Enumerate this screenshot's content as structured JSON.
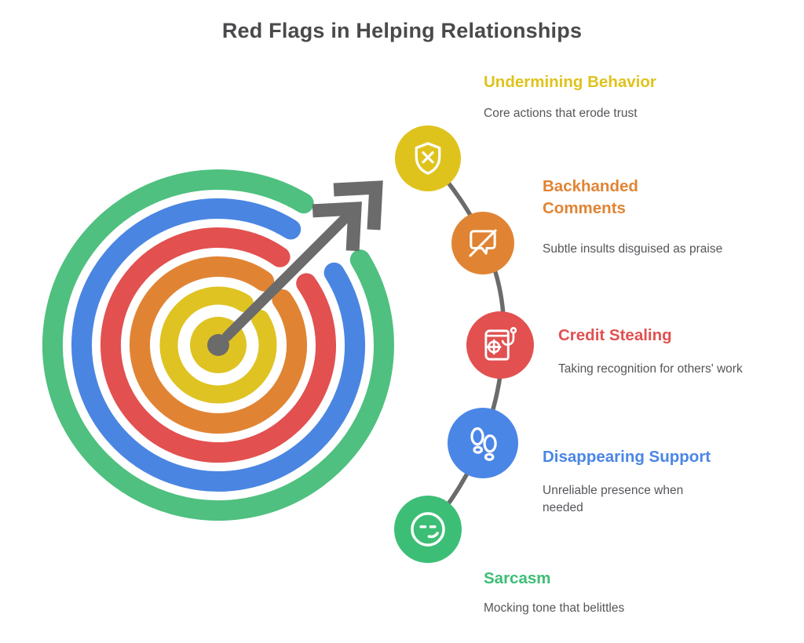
{
  "title": "Red Flags in Helping Relationships",
  "colors": {
    "background": "#FFFFFF",
    "title_text": "#4A4A4C",
    "body_text": "#55565A",
    "connector": "#6B6B6B",
    "arrow": "#6B6B6B"
  },
  "target": {
    "ring_colors": [
      "#4FC07F",
      "#4A85E2",
      "#E25050",
      "#E08434",
      "#DFC322"
    ],
    "bullseye_color": "#DFC322",
    "center_dot_color": "#6B6B6B"
  },
  "items": [
    {
      "heading": "Undermining Behavior",
      "description": "Core actions that erode trust",
      "color": "#DFC31D",
      "icon": "shield-x-icon"
    },
    {
      "heading": "Backhanded Comments",
      "description": "Subtle insults disguised as praise",
      "color": "#E08434",
      "icon": "comment-slash-icon"
    },
    {
      "heading": "Credit Stealing",
      "description": "Taking recognition for others' work",
      "color": "#E25050",
      "icon": "book-hook-icon"
    },
    {
      "heading": "Disappearing Support",
      "description": "Unreliable presence when needed",
      "color": "#4A86E6",
      "icon": "footprints-icon"
    },
    {
      "heading": "Sarcasm",
      "description": "Mocking tone that belittles",
      "color": "#3DBE76",
      "icon": "smirk-face-icon"
    }
  ]
}
